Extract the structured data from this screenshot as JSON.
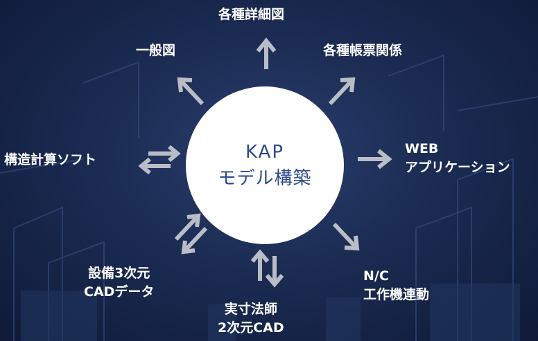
{
  "hub": {
    "line1": "KAP",
    "line2": "モデル構築"
  },
  "nodes": {
    "detail": "各種詳細図",
    "general": "一般図",
    "forms": "各種帳票関係",
    "structural": "構造計算ソフト",
    "web_line1": "WEB",
    "web_line2": "アプリケーション",
    "equipment_line1": "設備3次元",
    "equipment_line2": "CADデータ",
    "fullscale_line1": "実寸法師",
    "fullscale_line2": "2次元CAD",
    "nc_line1": "N/C",
    "nc_line2": "工作機連動"
  },
  "colors": {
    "background": "#1b2b52",
    "hub_fill": "#ffffff",
    "hub_text": "#2d4a8c",
    "label_text": "#ffffff",
    "arrow": "#b9bdc6"
  }
}
